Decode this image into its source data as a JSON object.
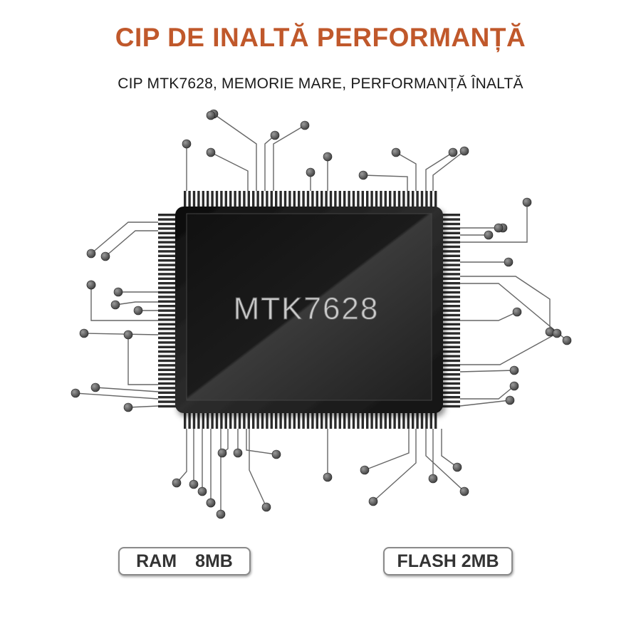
{
  "header": {
    "title": "CIP DE INALTĂ PERFORMANȚĂ",
    "subtitle": "CIP MTK7628, MEMORIE MARE, PERFORMANȚĂ ÎNALTĂ"
  },
  "chip": {
    "label": "MTK7628"
  },
  "specs": {
    "ram_label": "RAM",
    "ram_value": "8MB",
    "flash_label": "FLASH 2MB"
  },
  "colors": {
    "title": "#c0582b",
    "chip_body": "#1e1e1e",
    "pins": "#2a2a2a",
    "traces": "#555555"
  },
  "icons": [
    "chip-icon"
  ]
}
